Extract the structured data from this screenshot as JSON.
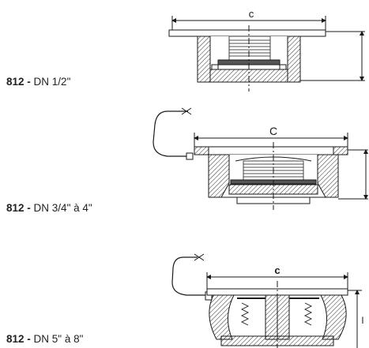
{
  "labels": [
    {
      "code": "812 -",
      "size": "DN 1/2\""
    },
    {
      "code": "812 -",
      "size": "DN 3/4\" à 4\""
    },
    {
      "code": "812 -",
      "size": "DN 5\" à 8\""
    }
  ],
  "dimensions": {
    "width_letter_small": "c",
    "width_letter_medium": "C",
    "width_letter_large": "c",
    "height_letter_large": "l"
  },
  "colors": {
    "line": "#1a1a1a",
    "hatch": "#333333"
  }
}
